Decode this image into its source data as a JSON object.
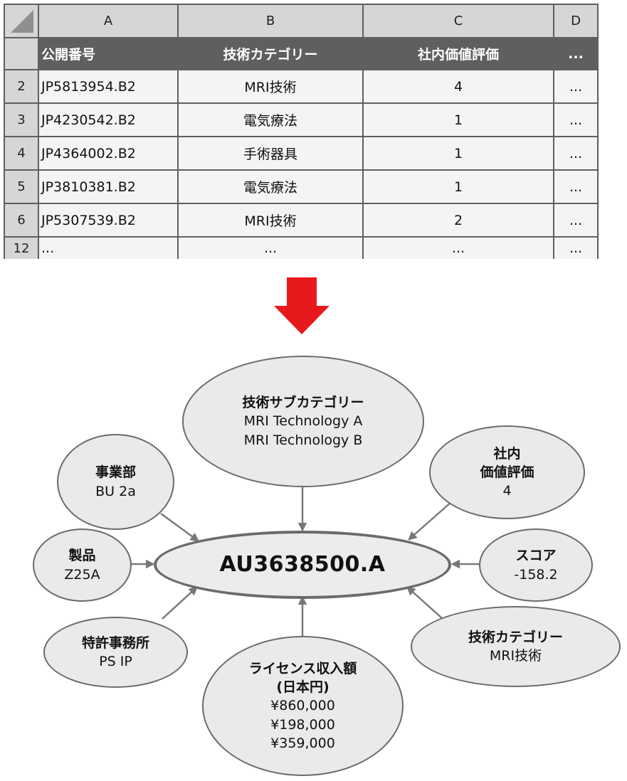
{
  "sheet": {
    "columns": [
      "A",
      "B",
      "C",
      "D"
    ],
    "header": [
      "公開番号",
      "技術カテゴリー",
      "社内価値評価",
      "..."
    ],
    "rows": [
      {
        "num": "2",
        "cells": [
          "JP5813954.B2",
          "MRI技術",
          "4",
          "..."
        ]
      },
      {
        "num": "3",
        "cells": [
          "JP4230542.B2",
          "電気療法",
          "1",
          "..."
        ]
      },
      {
        "num": "4",
        "cells": [
          "JP4364002.B2",
          "手術器具",
          "1",
          "..."
        ]
      },
      {
        "num": "5",
        "cells": [
          "JP3810381.B2",
          "電気療法",
          "1",
          "..."
        ]
      },
      {
        "num": "6",
        "cells": [
          "JP5307539.B2",
          "MRI技術",
          "2",
          "..."
        ]
      },
      {
        "num": "12",
        "cells": [
          "...",
          "...",
          "...",
          "..."
        ]
      }
    ]
  },
  "arrow_color": "#e8191c",
  "diagram": {
    "center": "AU3638500.A",
    "nodes": [
      {
        "id": "subcategory",
        "title": "技術サブカテゴリー",
        "values": [
          "MRI Technology A",
          "MRI Technology B"
        ]
      },
      {
        "id": "business",
        "title": "事業部",
        "values": [
          "BU 2a"
        ]
      },
      {
        "id": "value",
        "title": "社内\n価値評価",
        "values": [
          "4"
        ]
      },
      {
        "id": "product",
        "title": "製品",
        "values": [
          "Z25A"
        ]
      },
      {
        "id": "score",
        "title": "スコア",
        "values": [
          "-158.2"
        ]
      },
      {
        "id": "office",
        "title": "特許事務所",
        "values": [
          "PS IP"
        ]
      },
      {
        "id": "category",
        "title": "技術カテゴリー",
        "values": [
          "MRI技術"
        ]
      },
      {
        "id": "license",
        "title": "ライセンス収入額\n(日本円)",
        "values": [
          "¥860,000",
          "¥198,000",
          "¥359,000"
        ]
      }
    ]
  }
}
